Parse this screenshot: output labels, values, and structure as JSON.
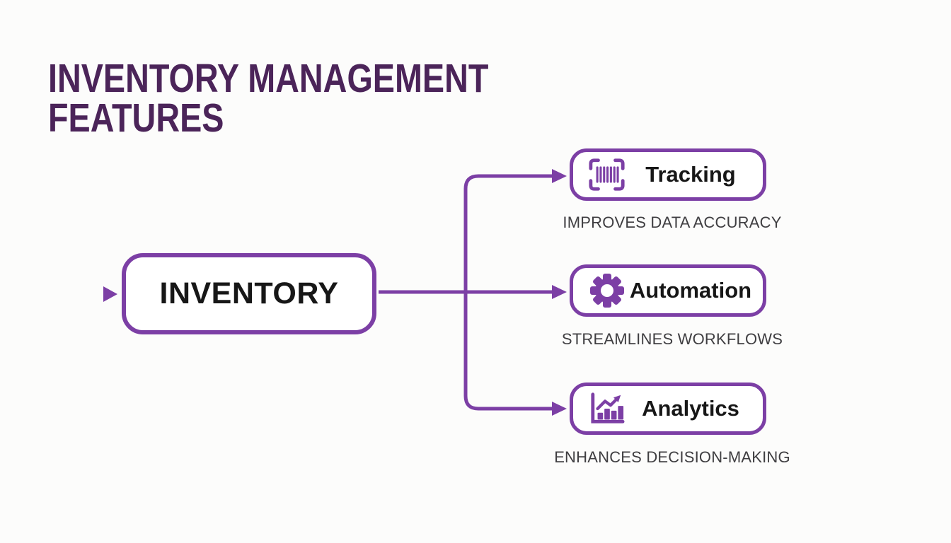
{
  "title": {
    "line1": "INVENTORY MANAGEMENT",
    "line2": "FEATURES"
  },
  "root_node": {
    "label": "INVENTORY"
  },
  "features": [
    {
      "label": "Tracking",
      "subtitle": "IMPROVES DATA ACCURACY",
      "icon": "barcode-scan-icon"
    },
    {
      "label": "Automation",
      "subtitle": "STREAMLINES WORKFLOWS",
      "icon": "gear-icon"
    },
    {
      "label": "Analytics",
      "subtitle": "ENHANCES DECISION-MAKING",
      "icon": "bar-chart-growth-icon"
    }
  ],
  "edges": [
    {
      "from": "INVENTORY",
      "to": "Tracking"
    },
    {
      "from": "INVENTORY",
      "to": "Automation"
    },
    {
      "from": "INVENTORY",
      "to": "Analytics"
    }
  ],
  "colors": {
    "accent": "#7c3fa5",
    "title_color": "#4b2459",
    "node_text": "#171717",
    "subtitle_text": "#3f3e41",
    "background": "#fcfcfb"
  }
}
